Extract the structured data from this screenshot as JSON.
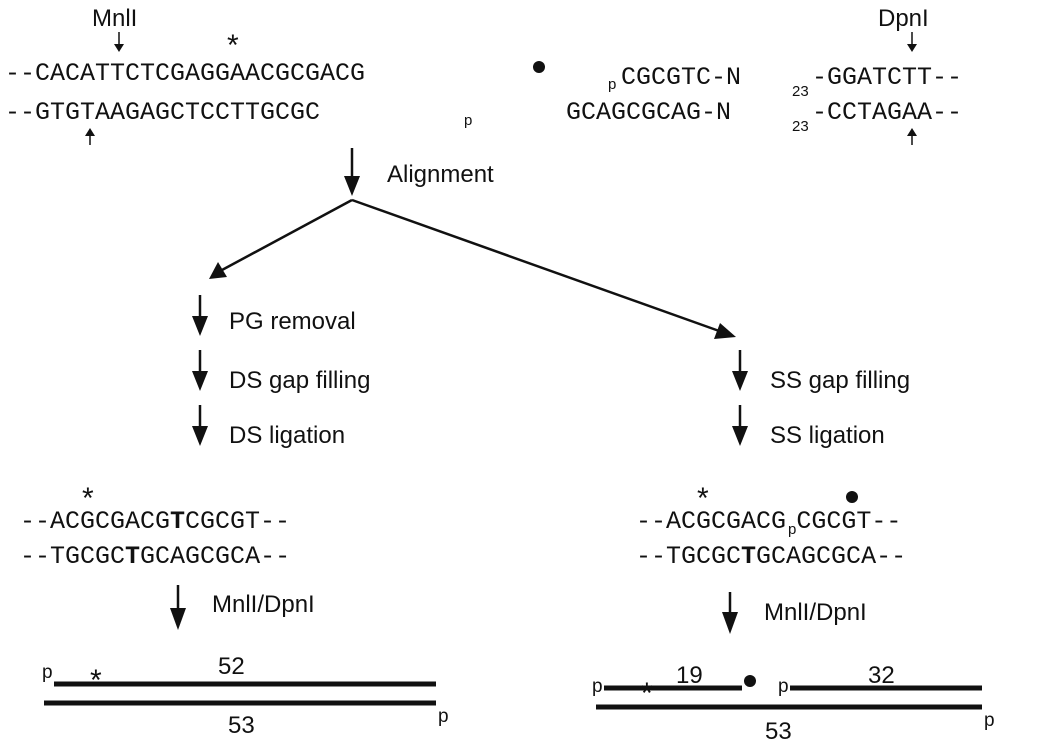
{
  "enzymes": {
    "left": "MnlI",
    "right": "DpnI"
  },
  "top_left": {
    "strand1": "--CACATTCTCGAGGAACGCGACG",
    "strand2": "--GTGTAAGAGCTCCTTGCGC",
    "p": "p",
    "asterisk": "*"
  },
  "top_right": {
    "strand1_p": "p",
    "strand1_a": "CGCGTC-N",
    "strand1_b": "-GGATCTT--",
    "strand2_a": "GCAGCGCAG-N",
    "strand2_b": "-CCTAGAA--",
    "sub": "23"
  },
  "steps": {
    "alignment": "Alignment",
    "pg_removal": "PG removal",
    "ds_gap": "DS gap filling",
    "ds_ligation": "DS ligation",
    "ss_gap": "SS gap filling",
    "ss_ligation": "SS ligation",
    "digest_left": "MnlI/DpnI",
    "digest_right": "MnlI/DpnI"
  },
  "product_left": {
    "strand1_a": "--ACGCGACG",
    "strand1_bold": "T",
    "strand1_b": "CGCGT--",
    "strand2_a": "--TGCGC",
    "strand2_bold": "T",
    "strand2_b": "GCAGCGCA--",
    "asterisk": "*"
  },
  "product_right": {
    "strand1_a": "--ACGCGACG",
    "strand1_p": "p",
    "strand1_b": "CGCGT--",
    "strand2_a": "--TGCGC",
    "strand2_bold": "T",
    "strand2_b": "GCAGCGCA--",
    "asterisk": "*"
  },
  "fragments_left": {
    "top_len": "52",
    "bottom_len": "53",
    "p": "p",
    "asterisk": "*"
  },
  "fragments_right": {
    "top_a_len": "19",
    "top_b_len": "32",
    "bottom_len": "53",
    "p": "p",
    "asterisk": "*"
  }
}
